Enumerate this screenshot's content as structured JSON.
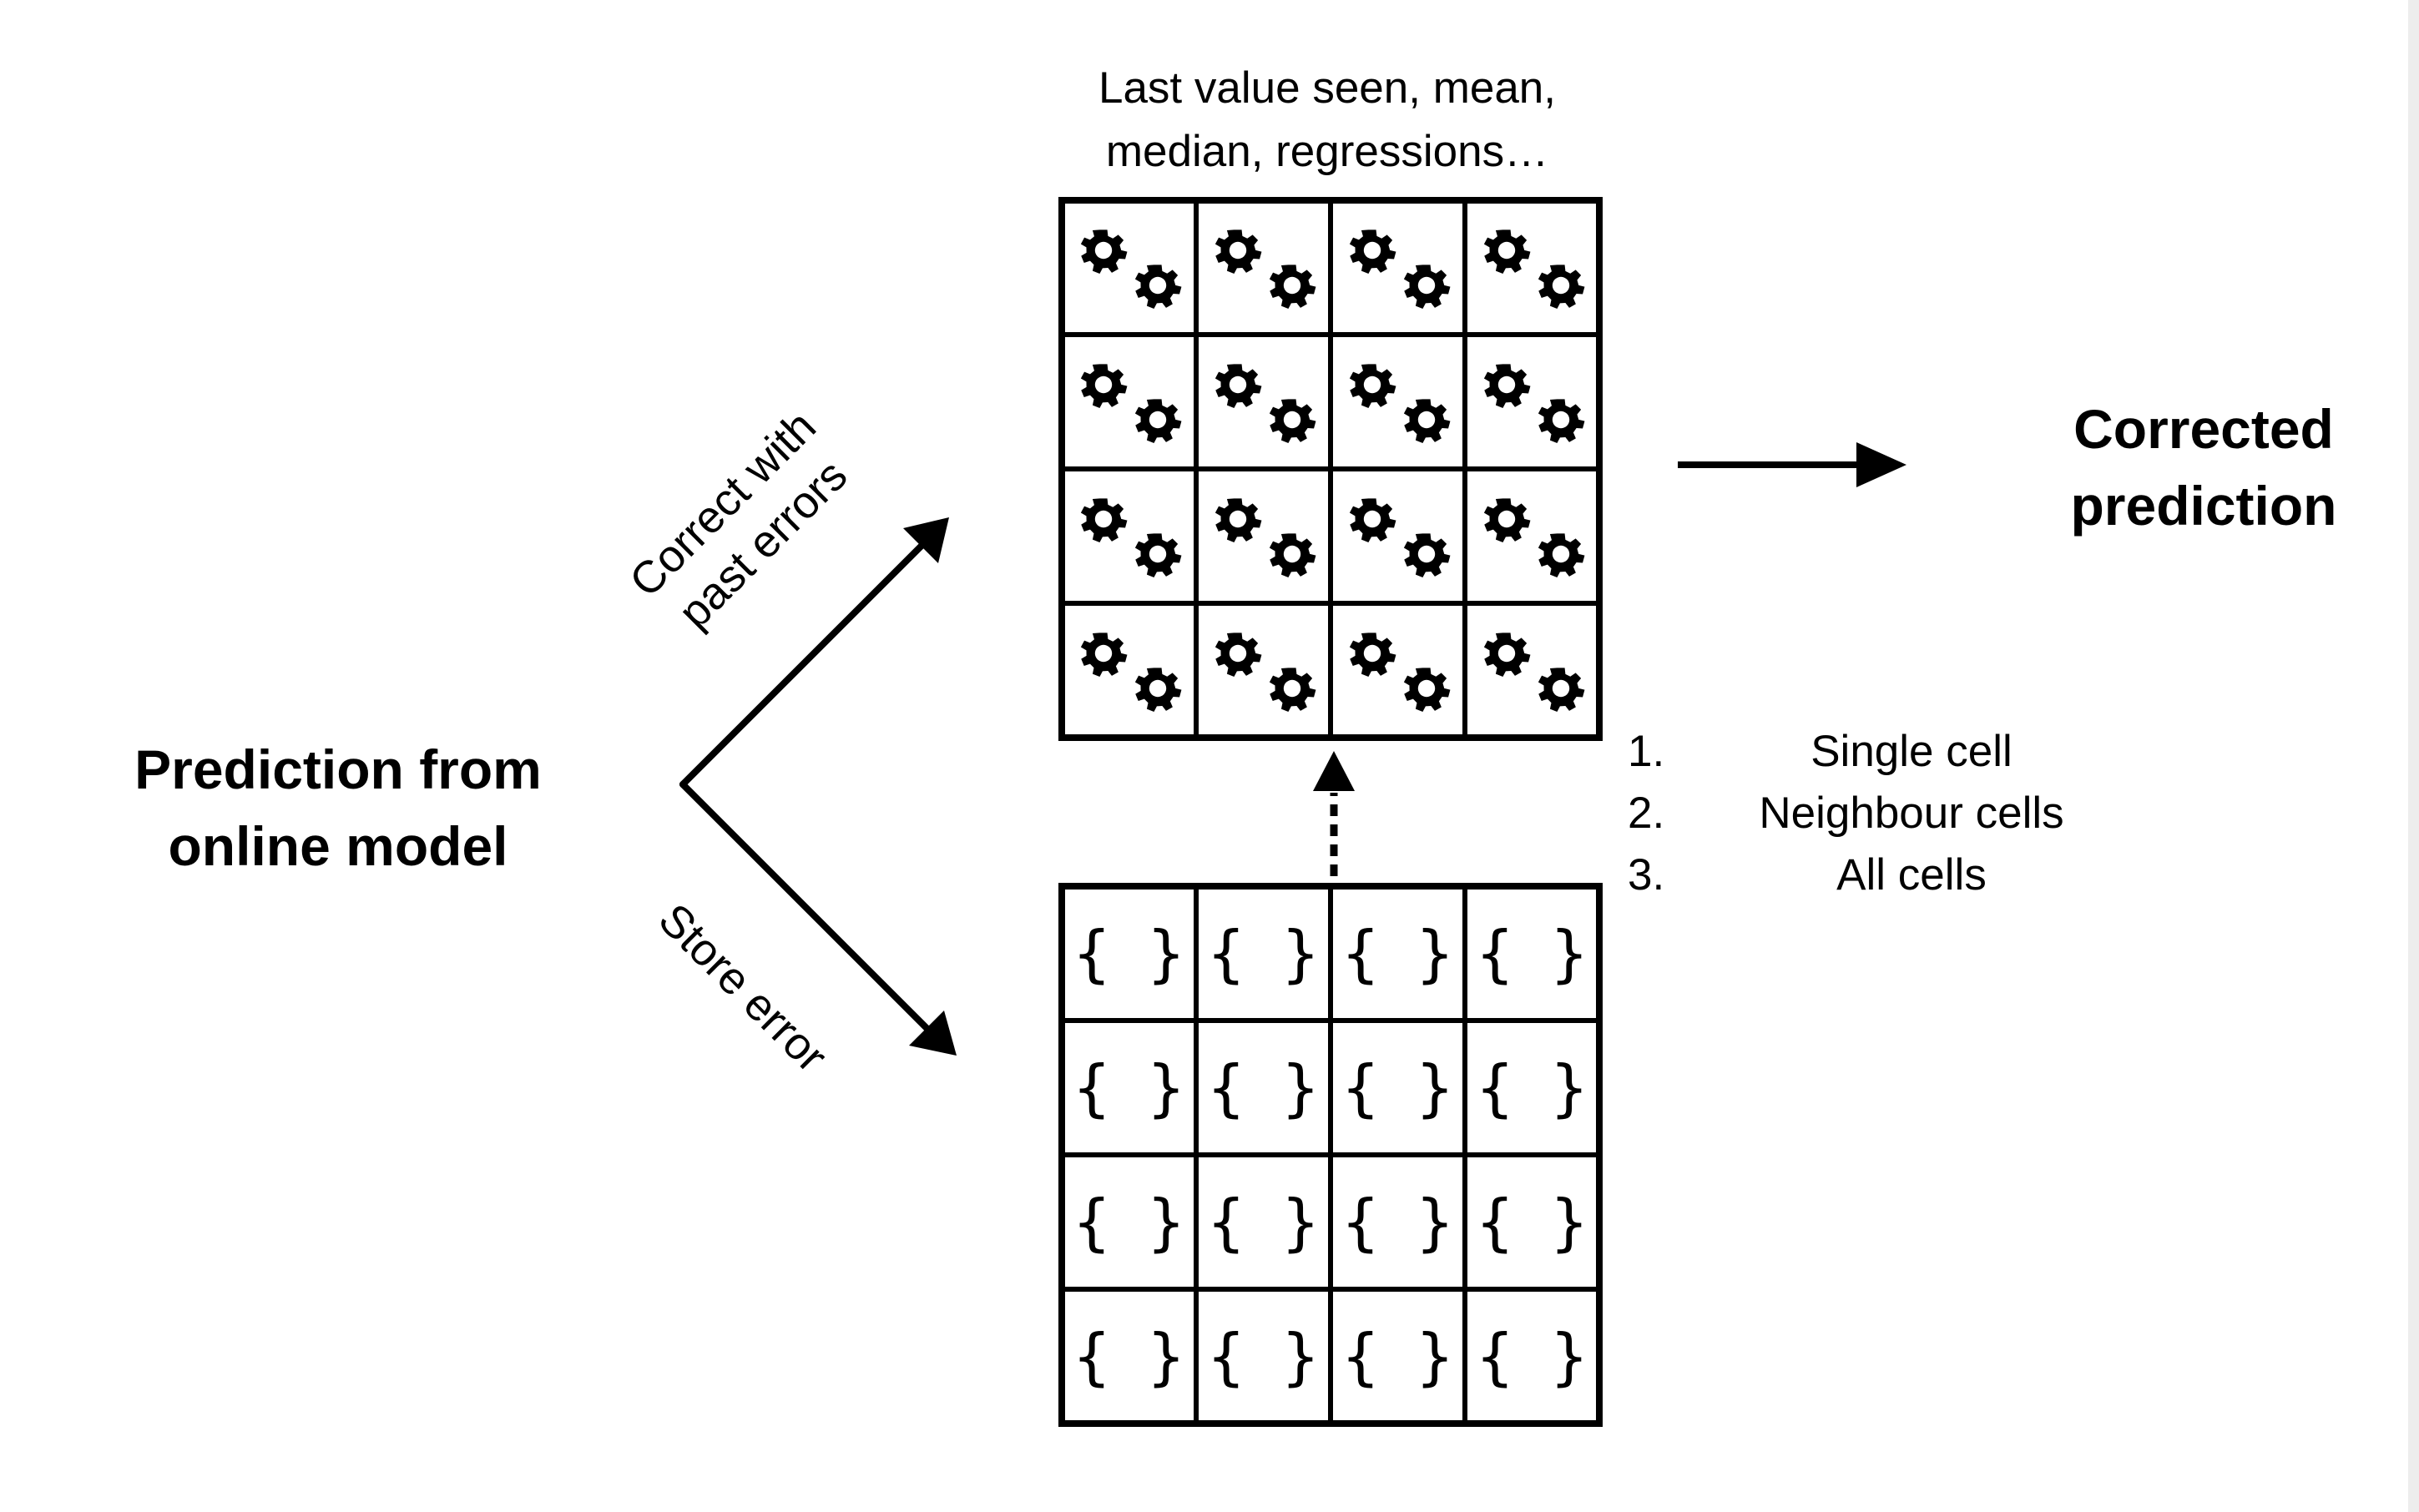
{
  "diagram": {
    "input_label_line1": "Prediction from",
    "input_label_line2": "online model",
    "output_label_line1": "Corrected",
    "output_label_line2": "prediction",
    "correct_label_line1": "Correct with",
    "correct_label_line2": "past errors",
    "store_label": "Store error",
    "methods_caption_line1": "Last value seen, mean,",
    "methods_caption_line2": "median, regressions…",
    "error_cell_symbol": "{ }",
    "correction_grid_icon": "gears-icon",
    "strategies": [
      {
        "number": "1.",
        "label": "Single cell"
      },
      {
        "number": "2.",
        "label": "Neighbour cells"
      },
      {
        "number": "3.",
        "label": "All cells"
      }
    ]
  }
}
